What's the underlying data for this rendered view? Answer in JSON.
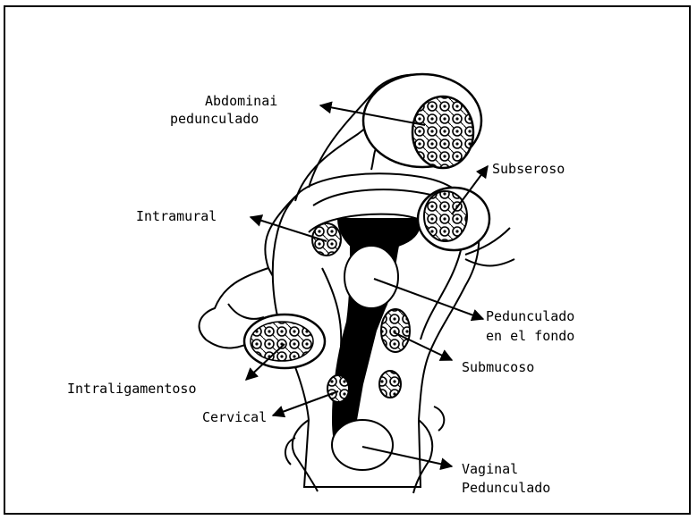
{
  "labels": {
    "abdominal_1": "Abdominai",
    "abdominal_2": "pedunculado",
    "subseroso": "Subseroso",
    "intramural": "Intramural",
    "pedunculado_1": "Pedunculado",
    "pedunculado_2": "en el fondo",
    "submucoso": "Submucoso",
    "intraligamentoso": "Intraligamentoso",
    "cervical": "Cervical",
    "vaginal_1": "Vaginal",
    "vaginal_2": "Pedunculado"
  }
}
